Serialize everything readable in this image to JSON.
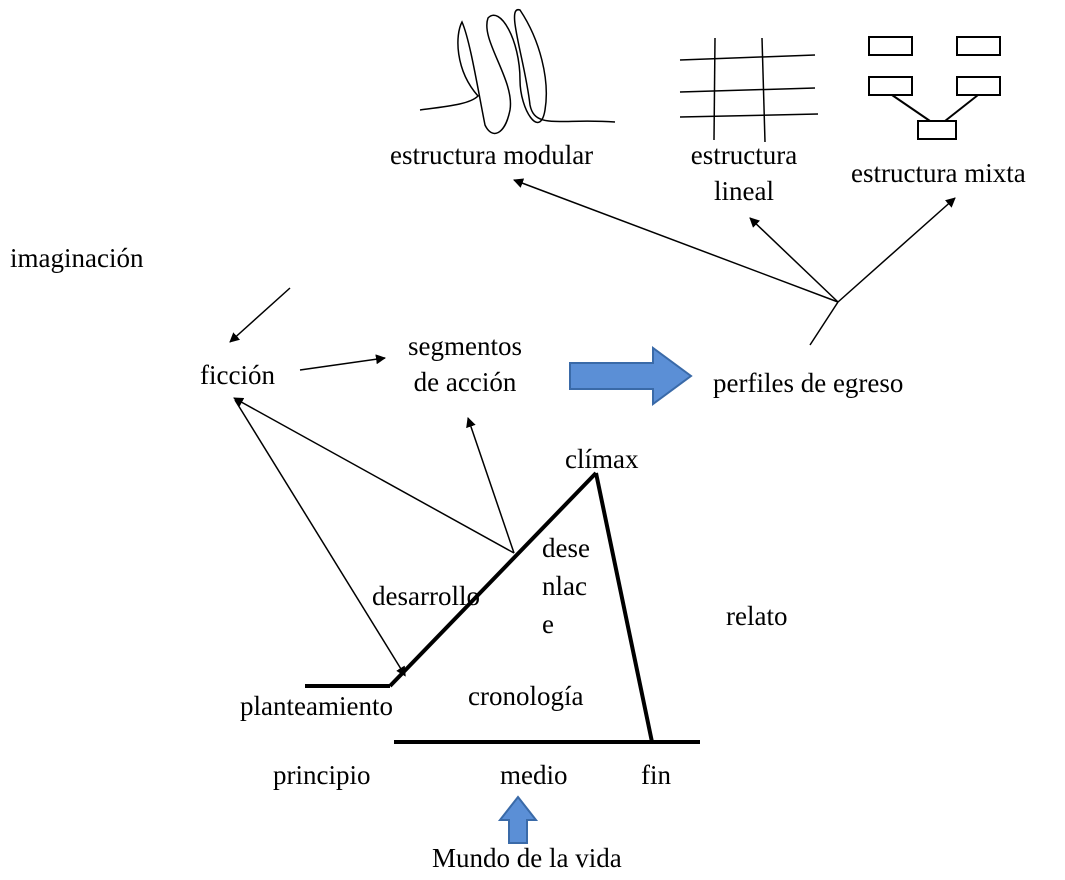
{
  "labels": {
    "imaginacion": "imaginación",
    "ficcion": "ficción",
    "segmentos_line1": "segmentos",
    "segmentos_line2": "de acción",
    "perfiles": "perfiles de egreso",
    "estructura_modular": "estructura modular",
    "estructura_lineal_line1": "estructura",
    "estructura_lineal_line2": "lineal",
    "estructura_mixta": "estructura mixta",
    "climax": "clímax",
    "desenlace_line1": "dese",
    "desenlace_line2": "nlac",
    "desenlace_line3": "e",
    "desarrollo": "desarrollo",
    "relato": "relato",
    "planteamiento": "planteamiento",
    "cronologia": "cronología",
    "principio": "principio",
    "medio": "medio",
    "fin": "fin",
    "mundo": "Mundo de la vida"
  },
  "colors": {
    "block_arrow_fill": "#5b8fd6",
    "block_arrow_stroke": "#3a6aa8",
    "line": "#000000"
  },
  "icons": {
    "modular": "scribble-loops-icon",
    "lineal": "grid-icon",
    "mixta": "box-tree-icon"
  }
}
